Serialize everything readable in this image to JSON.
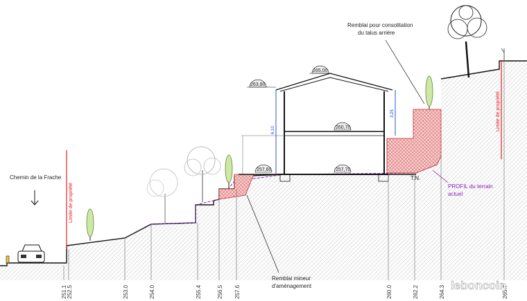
{
  "labels": {
    "road": "Chemin de la Frache",
    "limit_left": "Limite de propriété",
    "limit_right": "Limite de propriété",
    "backfill_rear_1": "Remblai pour consolitation",
    "backfill_rear_2": "du talus arrière",
    "backfill_minor_1": "Remblai mineur",
    "backfill_minor_2": "d'aménagement",
    "profile_1": "PROFIL du terrain",
    "profile_2": "actuel",
    "tn": "T.N."
  },
  "elevations": {
    "roof_peak": "265,00",
    "eave": "263,80",
    "floor_upper": "260,70",
    "floor_ground": "257,70",
    "terrace": "257,60"
  },
  "dimensions": {
    "height_left": "6,10",
    "height_right": "3,25"
  },
  "axis_ticks": [
    "251.1",
    "252.5",
    "253.0",
    "254.0",
    "255.4",
    "256.5",
    "257.6",
    "260.0",
    "262.2",
    "264.3",
    "265.7"
  ],
  "watermark": "leboncoin",
  "colors": {
    "limit": "#e02020",
    "profile": "#8a1fbf",
    "dimension": "#1b3fd0",
    "fill_hatch": "#e07070"
  }
}
